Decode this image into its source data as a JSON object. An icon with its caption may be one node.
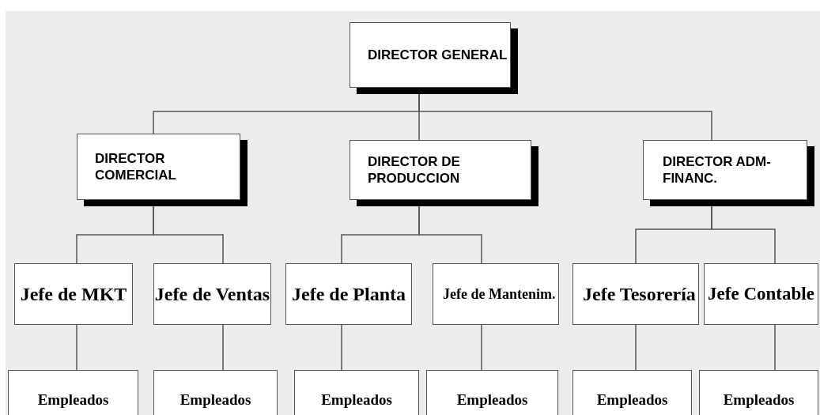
{
  "diagram": {
    "nodes": [
      {
        "text": [
          "DIRECTOR GENERAL"
        ]
      },
      {
        "text": [
          "DIRECTOR COMERCIAL"
        ]
      },
      {
        "text": [
          "DIRECTOR DE PRODUCCION"
        ]
      },
      {
        "text": [
          "DIRECTOR ADM-FINANC."
        ]
      },
      {
        "text": [
          "Jefe de MKT"
        ]
      },
      {
        "text": [
          "Jefe de Ventas"
        ]
      },
      {
        "text": [
          "Jefe de Planta"
        ]
      },
      {
        "text": [
          "Jefe de Mantenim."
        ]
      },
      {
        "text": [
          "Jefe Tesorería"
        ]
      },
      {
        "text": [
          "Jefe Contable"
        ]
      },
      {
        "text": [
          "Empleados"
        ]
      },
      {
        "text": [
          "Empleados"
        ]
      },
      {
        "text": [
          "Empleados"
        ]
      },
      {
        "text": [
          "Empleados"
        ]
      },
      {
        "text": [
          "Empleados"
        ]
      },
      {
        "text": [
          "Empleados"
        ]
      }
    ],
    "edges": [
      {
        "from": 0,
        "to": 1,
        "arrow": "none"
      },
      {
        "from": 0,
        "to": 2,
        "arrow": "none"
      },
      {
        "from": 0,
        "to": 3,
        "arrow": "none"
      },
      {
        "from": 1,
        "to": 4,
        "arrow": "none"
      },
      {
        "from": 1,
        "to": 5,
        "arrow": "none"
      },
      {
        "from": 2,
        "to": 6,
        "arrow": "none"
      },
      {
        "from": 2,
        "to": 7,
        "arrow": "none"
      },
      {
        "from": 3,
        "to": 8,
        "arrow": "none"
      },
      {
        "from": 3,
        "to": 9,
        "arrow": "none"
      },
      {
        "from": 4,
        "to": 10,
        "arrow": "none"
      },
      {
        "from": 5,
        "to": 11,
        "arrow": "none"
      },
      {
        "from": 6,
        "to": 12,
        "arrow": "none"
      },
      {
        "from": 7,
        "to": 13,
        "arrow": "none"
      },
      {
        "from": 8,
        "to": 14,
        "arrow": "none"
      },
      {
        "from": 9,
        "to": 15,
        "arrow": "none"
      }
    ]
  }
}
